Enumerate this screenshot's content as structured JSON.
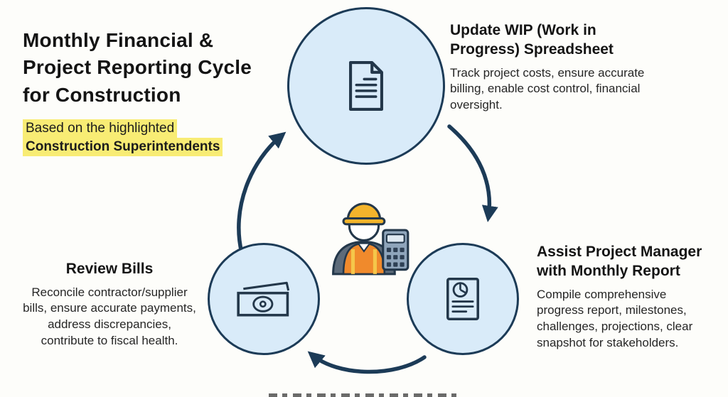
{
  "title": {
    "heading": "Monthly Financial &\nProject Reporting Cycle\nfor Construction",
    "highlight_line1": "Based on the highlighted",
    "highlight_line2": "Construction Superintendents"
  },
  "nodes": {
    "update_wip": {
      "heading": "Update WIP (Work in\nProgress) Spreadsheet",
      "body": "Track project costs, ensure accurate\nbilling, enable cost control, financial\noversight.",
      "icon": "document-icon"
    },
    "assist_pm": {
      "heading": "Assist Project Manager\nwith Monthly Report",
      "body": "Compile comprehensive\nprogress report, milestones,\nchallenges, projections, clear\nsnapshot for stakeholders.",
      "icon": "report-chart-icon"
    },
    "review_bills": {
      "heading": "Review Bills",
      "body": "Reconcile contractor/supplier\nbills, ensure accurate payments,\naddress discrepancies,\ncontribute to fiscal health.",
      "icon": "money-bills-icon"
    }
  },
  "center": {
    "icon": "construction-worker-with-calculator-icon"
  },
  "colors": {
    "circle_fill": "#d9ebf9",
    "outline_navy": "#1c3b57",
    "highlight_yellow": "#f8ec74",
    "hardhat_yellow": "#f3b42c",
    "vest_orange": "#f08a2c"
  }
}
